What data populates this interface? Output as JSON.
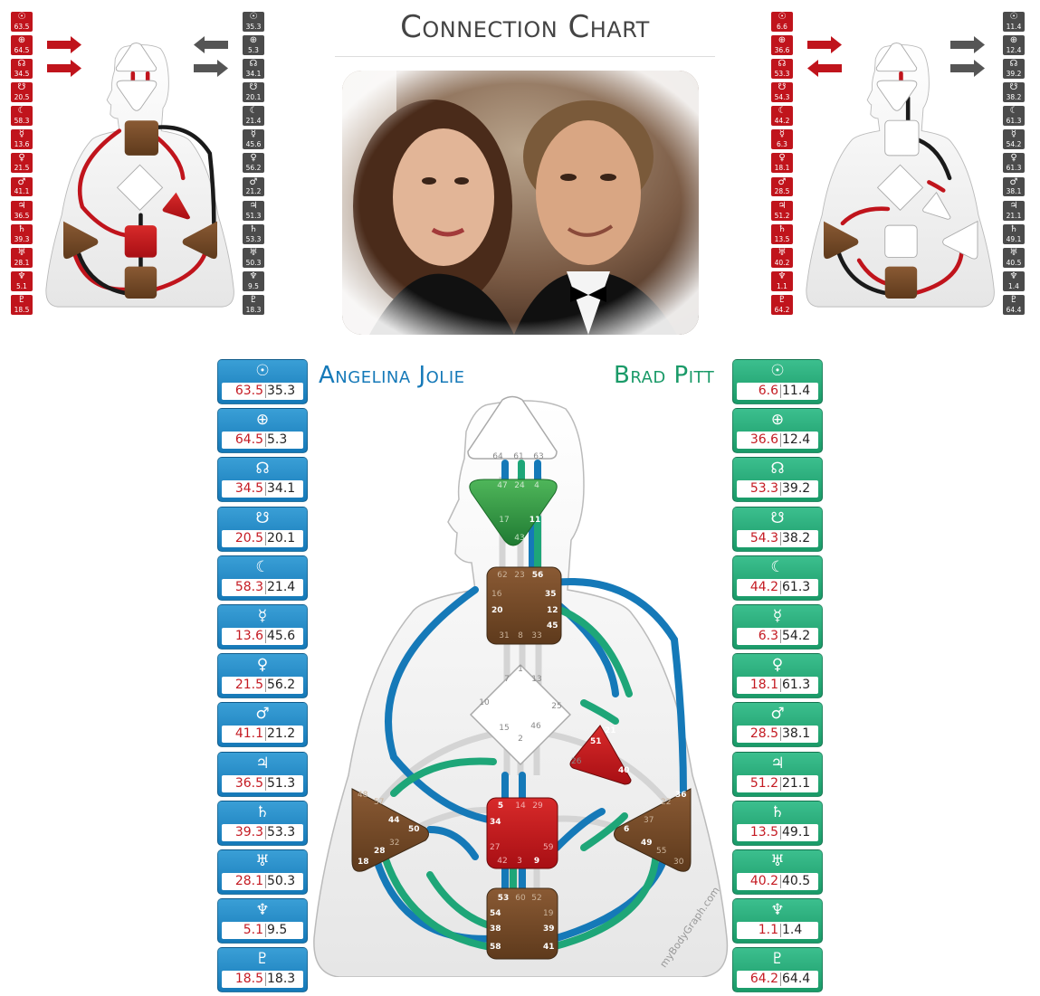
{
  "title": "Connection Chart",
  "names": {
    "person1": "Angelina Jolie",
    "person2": "Brad Pitt"
  },
  "watermark": "myBodyGraph.com",
  "colors": {
    "person1": "#1579b8",
    "person2": "#1a9a68",
    "design": "#c0141c",
    "personality": "#222222"
  },
  "planet_icons": [
    "sun",
    "earth",
    "north-node",
    "south-node",
    "moon",
    "mercury",
    "venus",
    "mars",
    "jupiter",
    "saturn",
    "uranus",
    "neptune",
    "pluto"
  ],
  "person1_planets": [
    {
      "glyph": "☉",
      "design": "63.5",
      "personality": "35.3"
    },
    {
      "glyph": "⊕",
      "design": "64.5",
      "personality": "5.3"
    },
    {
      "glyph": "☊",
      "design": "34.5",
      "personality": "34.1"
    },
    {
      "glyph": "☋",
      "design": "20.5",
      "personality": "20.1"
    },
    {
      "glyph": "☾",
      "design": "58.3",
      "personality": "21.4"
    },
    {
      "glyph": "☿",
      "design": "13.6",
      "personality": "45.6"
    },
    {
      "glyph": "♀",
      "design": "21.5",
      "personality": "56.2"
    },
    {
      "glyph": "♂",
      "design": "41.1",
      "personality": "21.2"
    },
    {
      "glyph": "♃",
      "design": "36.5",
      "personality": "51.3"
    },
    {
      "glyph": "♄",
      "design": "39.3",
      "personality": "53.3"
    },
    {
      "glyph": "♅",
      "design": "28.1",
      "personality": "50.3"
    },
    {
      "glyph": "♆",
      "design": "5.1",
      "personality": "9.5"
    },
    {
      "glyph": "♇",
      "design": "18.5",
      "personality": "18.3"
    }
  ],
  "person2_planets": [
    {
      "glyph": "☉",
      "design": "6.6",
      "personality": "11.4"
    },
    {
      "glyph": "⊕",
      "design": "36.6",
      "personality": "12.4"
    },
    {
      "glyph": "☊",
      "design": "53.3",
      "personality": "39.2"
    },
    {
      "glyph": "☋",
      "design": "54.3",
      "personality": "38.2"
    },
    {
      "glyph": "☾",
      "design": "44.2",
      "personality": "61.3"
    },
    {
      "glyph": "☿",
      "design": "6.3",
      "personality": "54.2"
    },
    {
      "glyph": "♀",
      "design": "18.1",
      "personality": "61.3"
    },
    {
      "glyph": "♂",
      "design": "28.5",
      "personality": "38.1"
    },
    {
      "glyph": "♃",
      "design": "51.2",
      "personality": "21.1"
    },
    {
      "glyph": "♄",
      "design": "13.5",
      "personality": "49.1"
    },
    {
      "glyph": "♅",
      "design": "40.2",
      "personality": "40.5"
    },
    {
      "glyph": "♆",
      "design": "1.1",
      "personality": "1.4"
    },
    {
      "glyph": "♇",
      "design": "64.2",
      "personality": "64.4"
    }
  ],
  "gates": {
    "head": [
      "64",
      "61",
      "63"
    ],
    "ajna": [
      "47",
      "24",
      "4",
      "17",
      "11",
      "43"
    ],
    "throat": [
      "62",
      "23",
      "56",
      "16",
      "35",
      "20",
      "12",
      "45",
      "31",
      "8",
      "33"
    ],
    "g": [
      "1",
      "7",
      "13",
      "10",
      "25",
      "15",
      "2",
      "46"
    ],
    "ego": [
      "21",
      "51",
      "26",
      "40"
    ],
    "sacral": [
      "5",
      "14",
      "29",
      "34",
      "27",
      "59",
      "42",
      "3",
      "9"
    ],
    "spleen": [
      "48",
      "57",
      "44",
      "50",
      "32",
      "28",
      "18"
    ],
    "solar": [
      "36",
      "22",
      "37",
      "6",
      "49",
      "55",
      "30"
    ],
    "root": [
      "53",
      "60",
      "52",
      "54",
      "19",
      "38",
      "39",
      "58",
      "41"
    ]
  }
}
